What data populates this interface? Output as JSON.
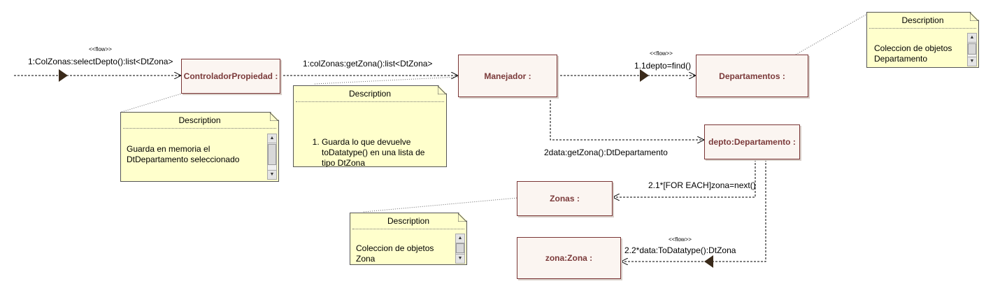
{
  "objects": {
    "controlador": "ControladorPropiedad :",
    "manejador": "Manejador :",
    "departamentos": "Departamentos :",
    "depto": "depto:Departamento :",
    "zonas": "Zonas :",
    "zona": "zona:Zona :"
  },
  "messages": {
    "m1": "1:ColZonas:selectDepto():list<DtZona>",
    "m1_stereotype": "<<flow>>",
    "m_colzonas": "1:colZonas:getZona():list<DtZona>",
    "m11": "1.1depto=find()",
    "m11_stereotype": "<<flow>>",
    "m2": "2data:getZona():DtDepartamento",
    "m21": "2.1*[FOR EACH]zona=next()",
    "m22": "2.2*data:ToDatatype():DtZona",
    "m22_stereotype": "<<flow>>"
  },
  "notes": {
    "controlador": {
      "header": "Description",
      "body": "Guarda en memoria el\nDtDepartamento seleccionado"
    },
    "manejador": {
      "header": "Description",
      "items": [
        "Guarda lo que devuelve toDatatype() en una lista de tipo DtZona"
      ]
    },
    "departamentos": {
      "header": "Description",
      "body": "Coleccion de objetos\nDepartamento"
    },
    "zonas": {
      "header": "Description",
      "body": "Coleccion de objetos\nZona"
    }
  },
  "icons": {
    "scroll_up": "▲",
    "scroll_down": "▼"
  }
}
